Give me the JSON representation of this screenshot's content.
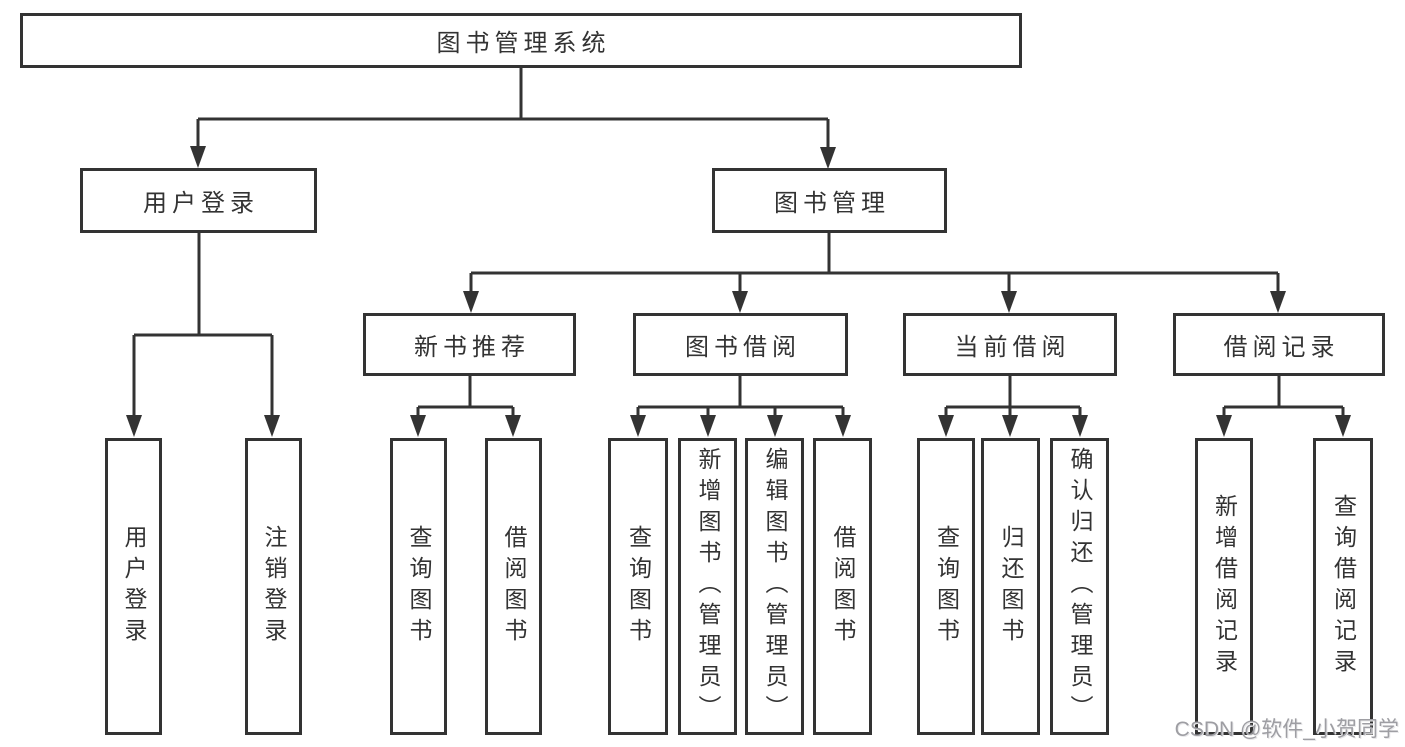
{
  "colors": {
    "line": "#333333",
    "text": "#333333",
    "background": "#ffffff",
    "watermark": "#9e9ea3"
  },
  "watermark": {
    "text": "CSDN @软件_小贺同学"
  },
  "nodes": {
    "root": "图书管理系统",
    "level2": {
      "user_login": "用户登录",
      "book_mgmt": "图书管理"
    },
    "level3": {
      "new_book_rec": "新书推荐",
      "book_borrow": "图书借阅",
      "current_borrow": "当前借阅",
      "borrow_record": "借阅记录"
    },
    "leaves": {
      "user_login": "用户登录",
      "logout": "注销登录",
      "rec_search_book": "查询图书",
      "rec_borrow_book": "借阅图书",
      "bb_search_book": "查询图书",
      "bb_add_book": "新增图书（管理员）",
      "bb_edit_book": "编辑图书（管理员）",
      "bb_borrow_book": "借阅图书",
      "cb_search_book": "查询图书",
      "cb_return_book": "归还图书",
      "cb_confirm_return": "确认归还（管理员）",
      "br_add_record": "新增借阅记录",
      "br_search_record": "查询借阅记录"
    }
  }
}
